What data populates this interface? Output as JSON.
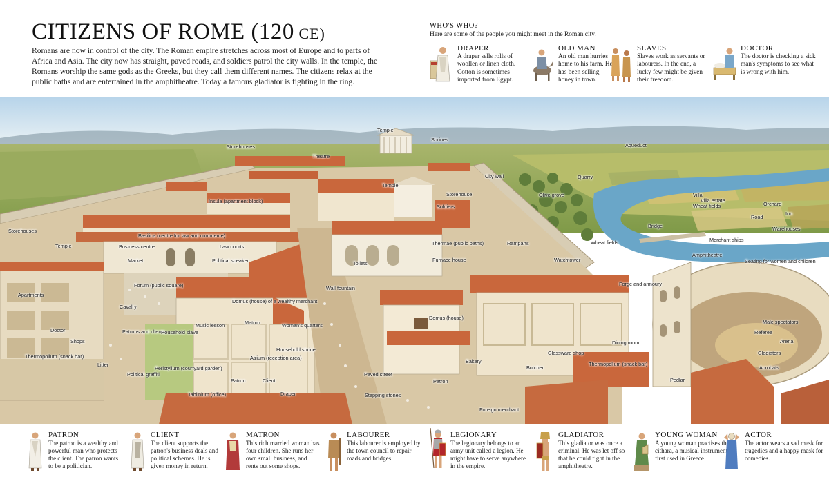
{
  "header": {
    "title": "CITIZENS OF ROME",
    "title_year": "(120",
    "title_era": " CE)",
    "intro": "Romans are now in control of the city. The Roman empire stretches across most of Europe and to parts of Africa and Asia. The city now has straight, paved roads, and soldiers patrol the city walls. In the temple, the Romans worship the same gods as the Greeks, but they call them different names. The citizens relax at the public baths and are entertained in the amphitheatre. Today a famous gladiator is fighting in the ring."
  },
  "whos_who": {
    "title": "WHO'S WHO?",
    "subtitle": "Here are some of the people you might meet in the Roman city.",
    "people": [
      {
        "name": "DRAPER",
        "desc": "A draper sells rolls of woollen or linen cloth. Cotton is sometimes imported from Egypt.",
        "icon": "draper-figure-icon"
      },
      {
        "name": "OLD MAN",
        "desc": "An old man hurries home to his farm. He has been selling honey in town.",
        "icon": "old-man-donkey-icon"
      },
      {
        "name": "SLAVES",
        "desc": "Slaves work as servants or labourers. In the end, a lucky few might be given their freedom.",
        "icon": "slaves-figure-icon"
      },
      {
        "name": "DOCTOR",
        "desc": "The doctor is checking a sick man's symptoms to see what is wrong with him.",
        "icon": "doctor-figure-icon"
      }
    ]
  },
  "scene_labels": [
    "Temple",
    "Shrines",
    "Aqueduct",
    "Storehouses",
    "Theatre",
    "City wall",
    "Quarry",
    "Insula (apartment block)",
    "Temple",
    "Storehouse",
    "Villa estate",
    "Soldiers",
    "Olive grove",
    "Villa",
    "Wheat fields",
    "Orchard",
    "Road",
    "Inn",
    "Storehouses",
    "Bridge",
    "Warehouses",
    "Basilica (centre for law and commerce)",
    "Temple",
    "Business centre",
    "Law courts",
    "Thermae (public baths)",
    "Ramparts",
    "Wheat fields",
    "Merchant ships",
    "Market",
    "Political speaker",
    "Toilets",
    "Furnace house",
    "Watchtower",
    "Amphitheatre",
    "Seating for women and children",
    "Forge and armoury",
    "Apartments",
    "Forum (public square)",
    "Wall fountain",
    "Cavalry",
    "Domus (house) of a wealthy merchant",
    "Domus (house)",
    "Doctor",
    "Music lesson",
    "Matron",
    "Woman's quarters",
    "Patrons and clients",
    "Household slave",
    "Shops",
    "Household shrine",
    "Thermopolium (snack bar)",
    "Litter",
    "Peristylium (courtyard garden)",
    "Atrium (reception area)",
    "Bakery",
    "Glassware shop",
    "Dining room",
    "Thermopolium (snack bar)",
    "Male spectators",
    "Referee",
    "Arena",
    "Gladiators",
    "Acrobats",
    "Political graffiti",
    "Patron",
    "Client",
    "Paved street",
    "Butcher",
    "Patron",
    "Tablinium (office)",
    "Draper",
    "Stepping stones",
    "Pedlar",
    "Foreign merchant"
  ],
  "figures": [
    {
      "name": "PATRON",
      "desc": "The patron is a wealthy and powerful man who protects the client. The patron wants to be a politician.",
      "icon": "patron-figure-icon",
      "robe": "#f2efe6",
      "accent": "#d8d2c2"
    },
    {
      "name": "CLIENT",
      "desc": "The client supports the patron's business deals and political schemes. He is given money in return.",
      "icon": "client-figure-icon",
      "robe": "#efece2",
      "accent": "#b9b2a1"
    },
    {
      "name": "MATRON",
      "desc": "This rich married woman has four children. She runs her own small business, and rents out some shops.",
      "icon": "matron-figure-icon",
      "robe": "#b23a3a",
      "accent": "#e9d9a8"
    },
    {
      "name": "LABOURER",
      "desc": "This labourer is employed by the town council to repair roads and bridges.",
      "icon": "labourer-figure-icon",
      "robe": "#b98b55",
      "accent": "#8a6238"
    },
    {
      "name": "LEGIONARY",
      "desc": "The legionary belongs to an army unit called a legion. He might have to serve anywhere in the empire.",
      "icon": "legionary-figure-icon",
      "robe": "#b3262a",
      "accent": "#a8a8a8"
    },
    {
      "name": "GLADIATOR",
      "desc": "This gladiator was once a criminal. He was let off so that he could fight in the amphitheatre.",
      "icon": "gladiator-figure-icon",
      "robe": "#c7a04b",
      "accent": "#9a2b22"
    },
    {
      "name": "YOUNG WOMAN",
      "desc": "A young woman practises the cithara, a musical instrument first used in Greece.",
      "icon": "young-woman-figure-icon",
      "robe": "#5f8a4a",
      "accent": "#d8c38b"
    },
    {
      "name": "ACTOR",
      "desc": "The actor wears a sad mask for tragedies and a happy mask for comedies.",
      "icon": "actor-figure-icon",
      "robe": "#4f7cbf",
      "accent": "#e8dcc0"
    }
  ],
  "colors": {
    "sky": "#cfe3f0",
    "hills": "#9db07a",
    "fields": "#b9c27a",
    "roof": "#c9673c",
    "wall": "#efe4cc",
    "river": "#6aa6c8"
  }
}
